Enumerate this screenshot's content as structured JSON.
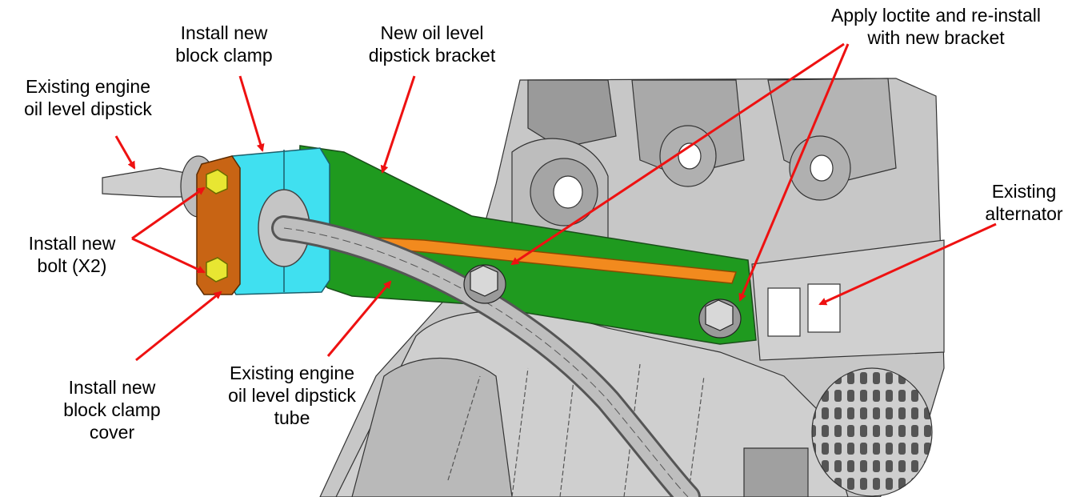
{
  "colors": {
    "arrow": "#ee1111",
    "clamp": "#40e0f0",
    "bracket": "#1f9a1f",
    "clamp_cover": "#c86414",
    "bolt": "#e8e632",
    "engine": "#c7c7c7",
    "tab": "#f28a1e"
  },
  "callouts": {
    "install_block_clamp": "Install new\nblock clamp",
    "dipstick_bracket": "New oil level\ndipstick bracket",
    "apply_loctite": "Apply loctite and re-install\nwith new bracket",
    "existing_dipstick": "Existing engine\noil level dipstick",
    "install_bolt": "Install new\nbolt (X2)",
    "existing_alternator": "Existing\nalternator",
    "install_clamp_cover": "Install new\nblock clamp\ncover",
    "existing_dipstick_tube": "Existing engine\noil level dipstick\ntube"
  }
}
